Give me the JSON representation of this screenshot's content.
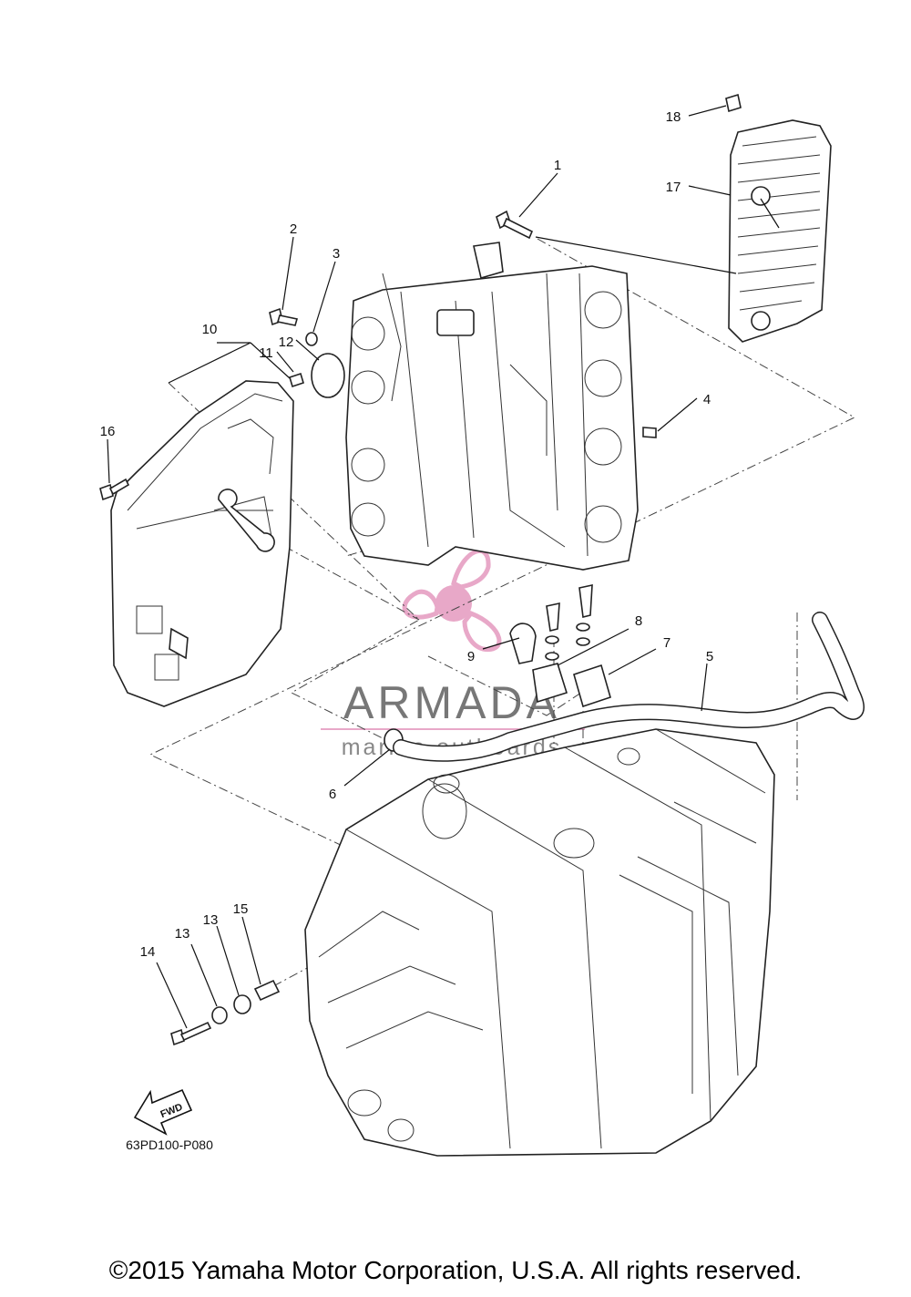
{
  "diagram_code": "63PD100-P080",
  "fwd_label": "FWD",
  "watermark": {
    "brand": "ARMADA",
    "tagline": "marine outboards",
    "accent": "#e8a8c8"
  },
  "copyright": "©2015 Yamaha Motor Corporation, U.S.A. All rights reserved.",
  "callouts": [
    {
      "id": "c1",
      "label": "1"
    },
    {
      "id": "c2",
      "label": "2"
    },
    {
      "id": "c3",
      "label": "3"
    },
    {
      "id": "c4",
      "label": "4"
    },
    {
      "id": "c5",
      "label": "5"
    },
    {
      "id": "c6",
      "label": "6"
    },
    {
      "id": "c7",
      "label": "7"
    },
    {
      "id": "c8",
      "label": "8"
    },
    {
      "id": "c9",
      "label": "9"
    },
    {
      "id": "c10",
      "label": "10"
    },
    {
      "id": "c11",
      "label": "11"
    },
    {
      "id": "c12",
      "label": "12"
    },
    {
      "id": "c13a",
      "label": "13"
    },
    {
      "id": "c13b",
      "label": "13"
    },
    {
      "id": "c14",
      "label": "14"
    },
    {
      "id": "c15",
      "label": "15"
    },
    {
      "id": "c16",
      "label": "16"
    },
    {
      "id": "c17",
      "label": "17"
    },
    {
      "id": "c18",
      "label": "18"
    }
  ]
}
